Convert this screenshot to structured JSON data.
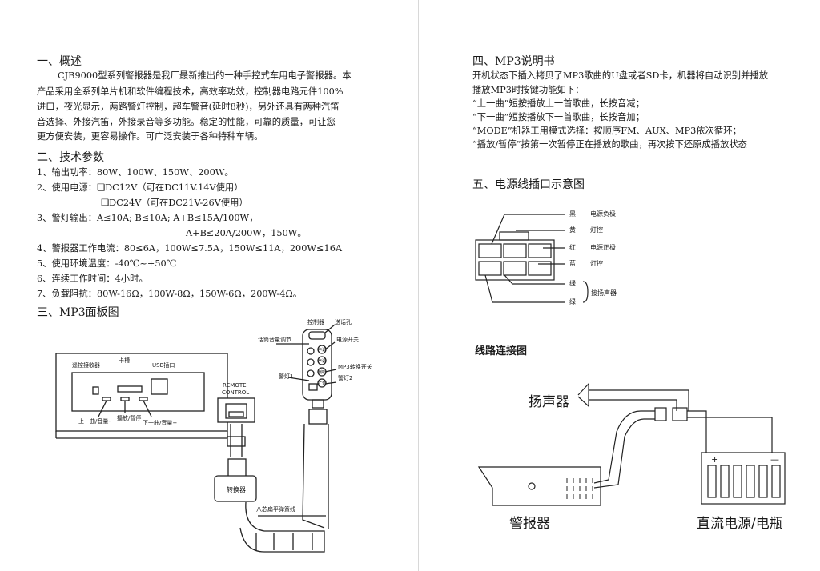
{
  "left": {
    "s1": {
      "title": "一、概述",
      "lines": [
        "CJB9000型系列警报器是我厂最新推出的一种手控式车用电子警报器。本",
        "产品采用全系列单片机和软件编程技术，高效率功效，控制器电路元件100%",
        "进口，夜光显示，两路警灯控制，超车警音(延时8秒)，另外还具有两种汽笛",
        "音选择、外接汽笛，外接录音等多功能。稳定的性能，可靠的质量，可让您",
        "更方便安装，更容易操作。可广泛安装于各种特种车辆。"
      ]
    },
    "s2": {
      "title": "二、技术参数",
      "lines": [
        "1、输出功率：80W、100W、150W、200W。",
        "2、使用电源：❑DC12V（可在DC11V.14V使用）",
        "❑DC24V（可在DC21V-26V使用）",
        "3、警灯输出：A≤10A; B≤10A; A+B≤15A/100W，",
        "A+B≤20A/200W，150W。",
        "4、警报器工作电流：80≤6A，100W≤7.5A，150W≤11A，200W≤16A",
        "5、使用环境温度：-40℃~+50℃",
        "6、连续工作时间：4小时。",
        "7、负载阻抗：80W-16Ω，100W-8Ω，150W-6Ω，200W-4Ω。"
      ]
    },
    "s3": {
      "title": "三、MP3面板图"
    },
    "panel": {
      "remote_receiver": "遥控接收器",
      "card_slot": "卡槽",
      "usb": "USB插口",
      "prev_vol": "上一曲/音量-",
      "play_pause": "播放/暂停",
      "next_vol": "下一曲/音量+",
      "remote_control": [
        "REMOTE",
        "CONTROL"
      ],
      "converter": "转换器",
      "cable": "八芯扁平弹簧线",
      "controller": "控制器",
      "mic": "送话孔",
      "voice_vol": "话筒音量调节",
      "power_switch": "电源开关",
      "mp3_switch": "MP3转换开关",
      "lamp1": "警灯1",
      "lamp2": "警灯2",
      "btn_labels": [
        "声调",
        "声调",
        "喇叭",
        "扩音"
      ]
    }
  },
  "right": {
    "s4": {
      "title": "四、MP3说明书",
      "lines": [
        "开机状态下插入拷贝了MP3歌曲的U盘或者SD卡，机器将自动识别并播放",
        "播放MP3时按键功能如下：",
        "“上一曲”短按播放上一首歌曲，长按音减；",
        "“下一曲”短按播放下一首歌曲，长按音加；",
        "“MODE”机器工用模式选择：按顺序FM、AUX、MP3依次循环；",
        "“播放/暂停”按第一次暂停正在播放的歌曲，再次按下还原成播放状态"
      ]
    },
    "s5": {
      "title": "五、电源线插口示意图",
      "wires": [
        {
          "color": "黑",
          "func": "电源负极"
        },
        {
          "color": "黄",
          "func": "灯控"
        },
        {
          "color": "红",
          "func": "电源正极"
        },
        {
          "color": "蓝",
          "func": "灯控"
        },
        {
          "color": "绿",
          "func": ""
        },
        {
          "color": "绿",
          "func": ""
        }
      ],
      "speaker_label": "接扬声器"
    },
    "wiring": {
      "title": "线路连接图",
      "speaker": "扬声器",
      "alarm": "警报器",
      "battery": "直流电源/电瓶",
      "plus": "+",
      "minus": "—"
    }
  }
}
